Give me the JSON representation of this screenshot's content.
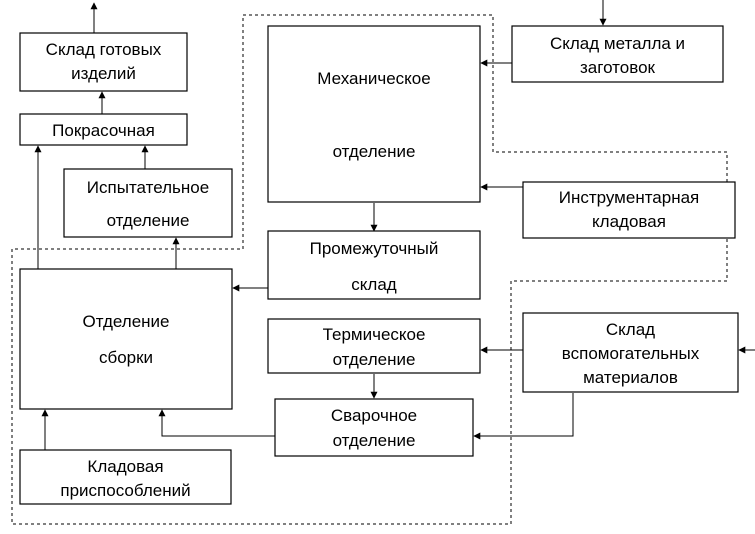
{
  "nodes": {
    "finished_goods": [
      "Склад готовых",
      "изделий"
    ],
    "painting": [
      "Покрасочная"
    ],
    "testing": [
      "Испытательное",
      "отделение"
    ],
    "mechanical": [
      "Механическое",
      "отделение"
    ],
    "metal_store": [
      "Склад металла и",
      "заготовок"
    ],
    "tool_store": [
      "Инструментарная",
      "кладовая"
    ],
    "intermediate": [
      "Промежуточный",
      "склад"
    ],
    "assembly": [
      "Отделение",
      "сборки"
    ],
    "thermal": [
      "Термическое",
      "отделение"
    ],
    "aux_store": [
      "Склад",
      "вспомогательных",
      "материалов"
    ],
    "welding": [
      "Сварочное",
      "отделение"
    ],
    "fixtures_store": [
      "Кладовая",
      "приспособлений"
    ]
  },
  "colors": {
    "line": "#000000",
    "background": "#ffffff"
  }
}
